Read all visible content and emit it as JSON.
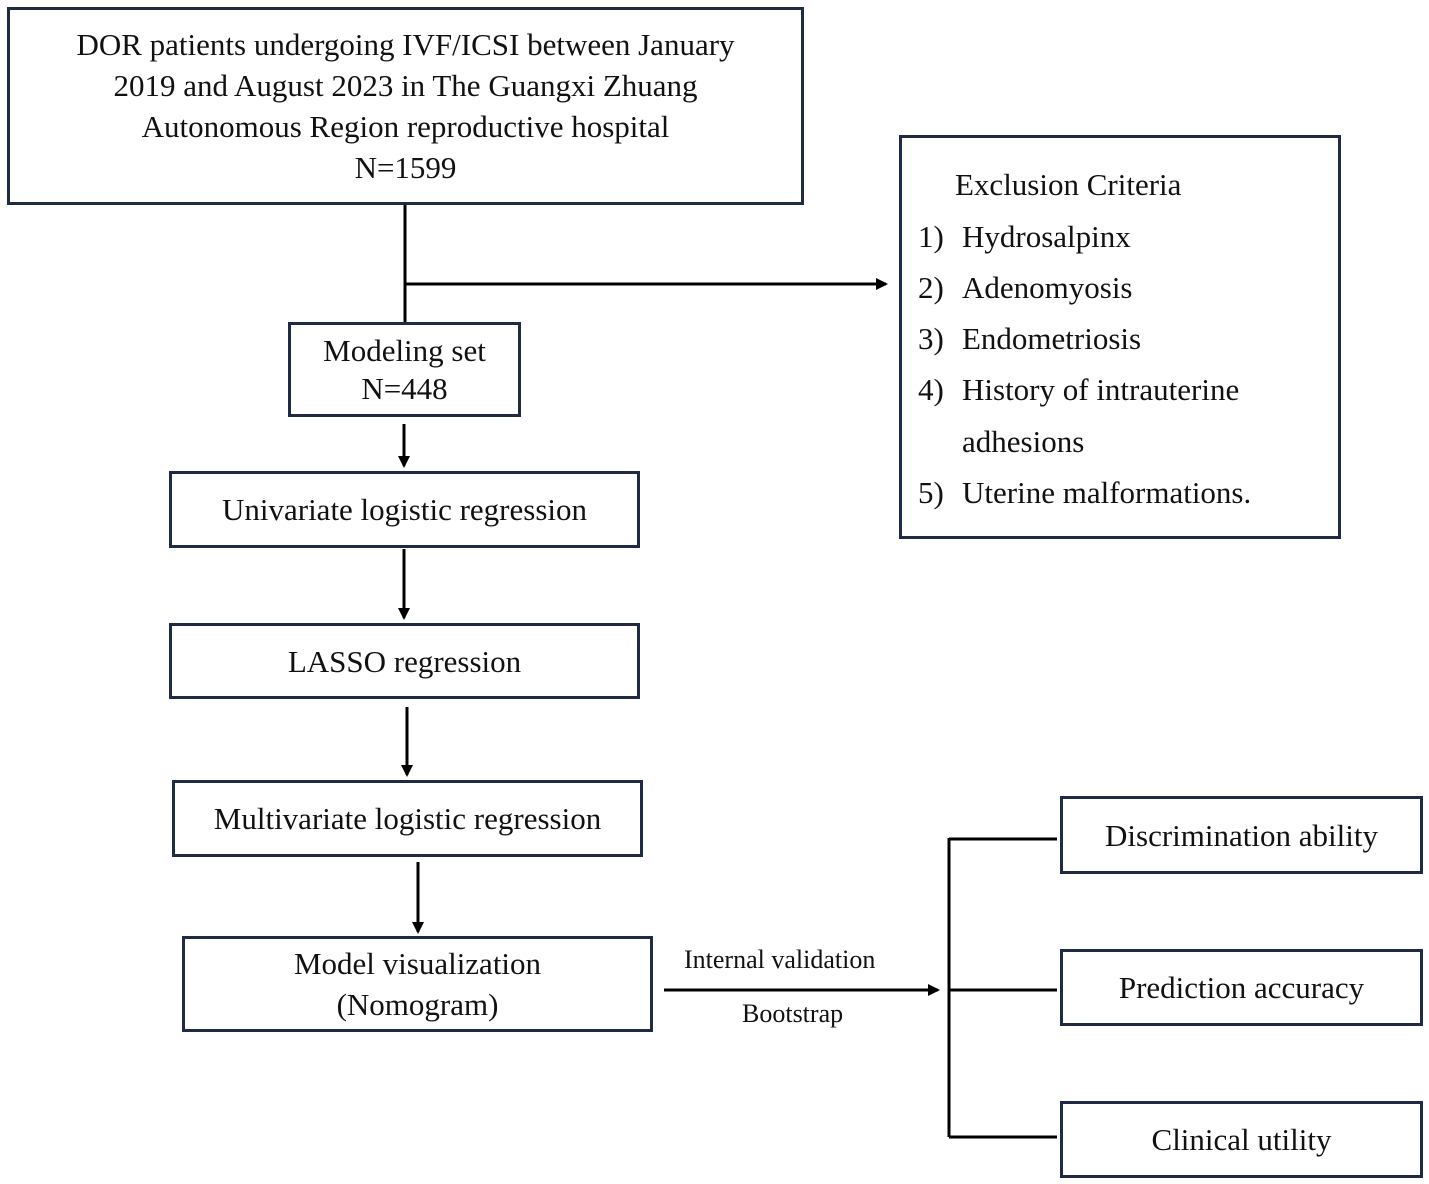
{
  "boxes": {
    "source": [
      "DOR patients undergoing IVF/ICSI between January",
      "2019 and August 2023 in The Guangxi Zhuang",
      "Autonomous Region reproductive hospital",
      "N=1599"
    ],
    "modeling": [
      "Modeling set",
      "N=448"
    ],
    "univariate": "Univariate logistic regression",
    "lasso": "LASSO regression",
    "multivariate": "Multivariate logistic regression",
    "visualization": [
      "Model visualization",
      "(Nomogram)"
    ],
    "discrimination": "Discrimination ability",
    "accuracy": "Prediction accuracy",
    "utility": "Clinical utility"
  },
  "exclusion": {
    "title": "Exclusion Criteria",
    "items": [
      {
        "num": "1)",
        "text": "Hydrosalpinx"
      },
      {
        "num": "2)",
        "text": "Adenomyosis"
      },
      {
        "num": "3)",
        "text": "Endometriosis"
      },
      {
        "num": "4)",
        "text": "History of intrauterine"
      },
      {
        "num": "",
        "text": "adhesions"
      },
      {
        "num": "5)",
        "text": " Uterine malformations."
      }
    ]
  },
  "edge_labels": {
    "validation_top": "Internal validation",
    "validation_bottom": "Bootstrap"
  }
}
